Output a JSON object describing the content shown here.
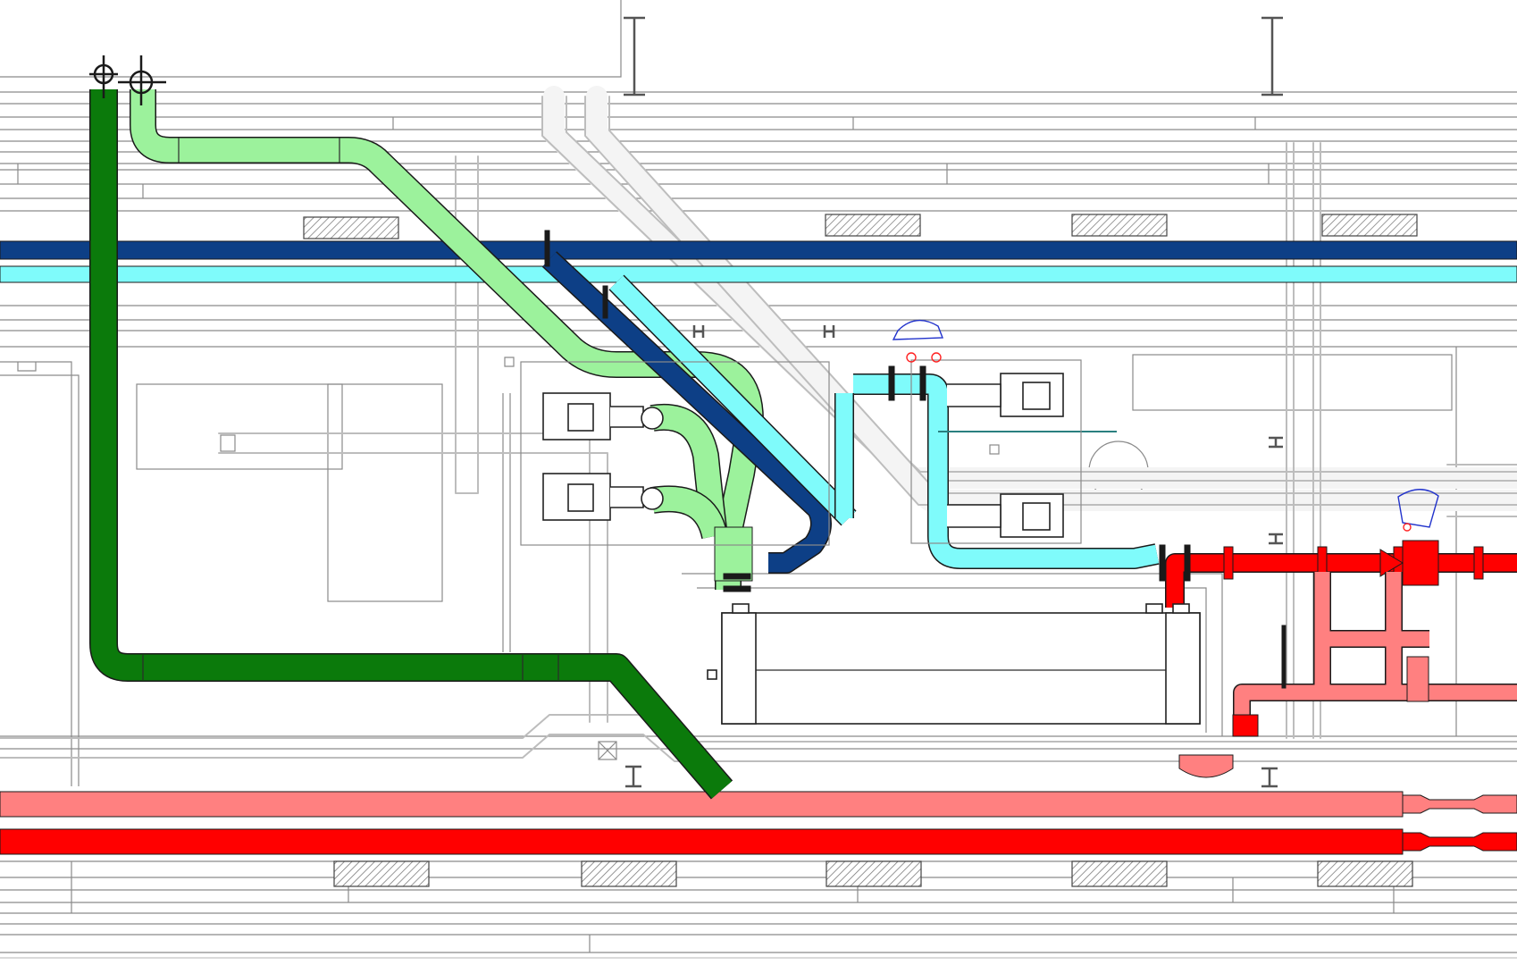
{
  "drawing": {
    "view": "mechanical-room-pipe-plan",
    "colors": {
      "background": "#ffffff",
      "linework": "#8a8a8a",
      "dark_green_pipe": "#0b7a0b",
      "light_green_pipe": "#9cf29c",
      "navy_pipe": "#0d3f86",
      "cyan_pipe": "#7ffbfb",
      "red_pipe": "#ff0000",
      "salmon_pipe": "#ff8080",
      "equipment_outline": "#222222"
    },
    "icons": [
      "beam-section-icon",
      "pipe-riser-crosshair-icon",
      "valve-icon",
      "pump-icon",
      "hatched-support-icon",
      "person-figure-icon"
    ],
    "systems": [
      {
        "id": "dark-green",
        "color": "#0b7a0b"
      },
      {
        "id": "light-green",
        "color": "#9cf29c"
      },
      {
        "id": "navy",
        "color": "#0d3f86"
      },
      {
        "id": "cyan",
        "color": "#7ffbfb"
      },
      {
        "id": "red",
        "color": "#ff0000"
      },
      {
        "id": "salmon",
        "color": "#ff8080"
      }
    ]
  }
}
